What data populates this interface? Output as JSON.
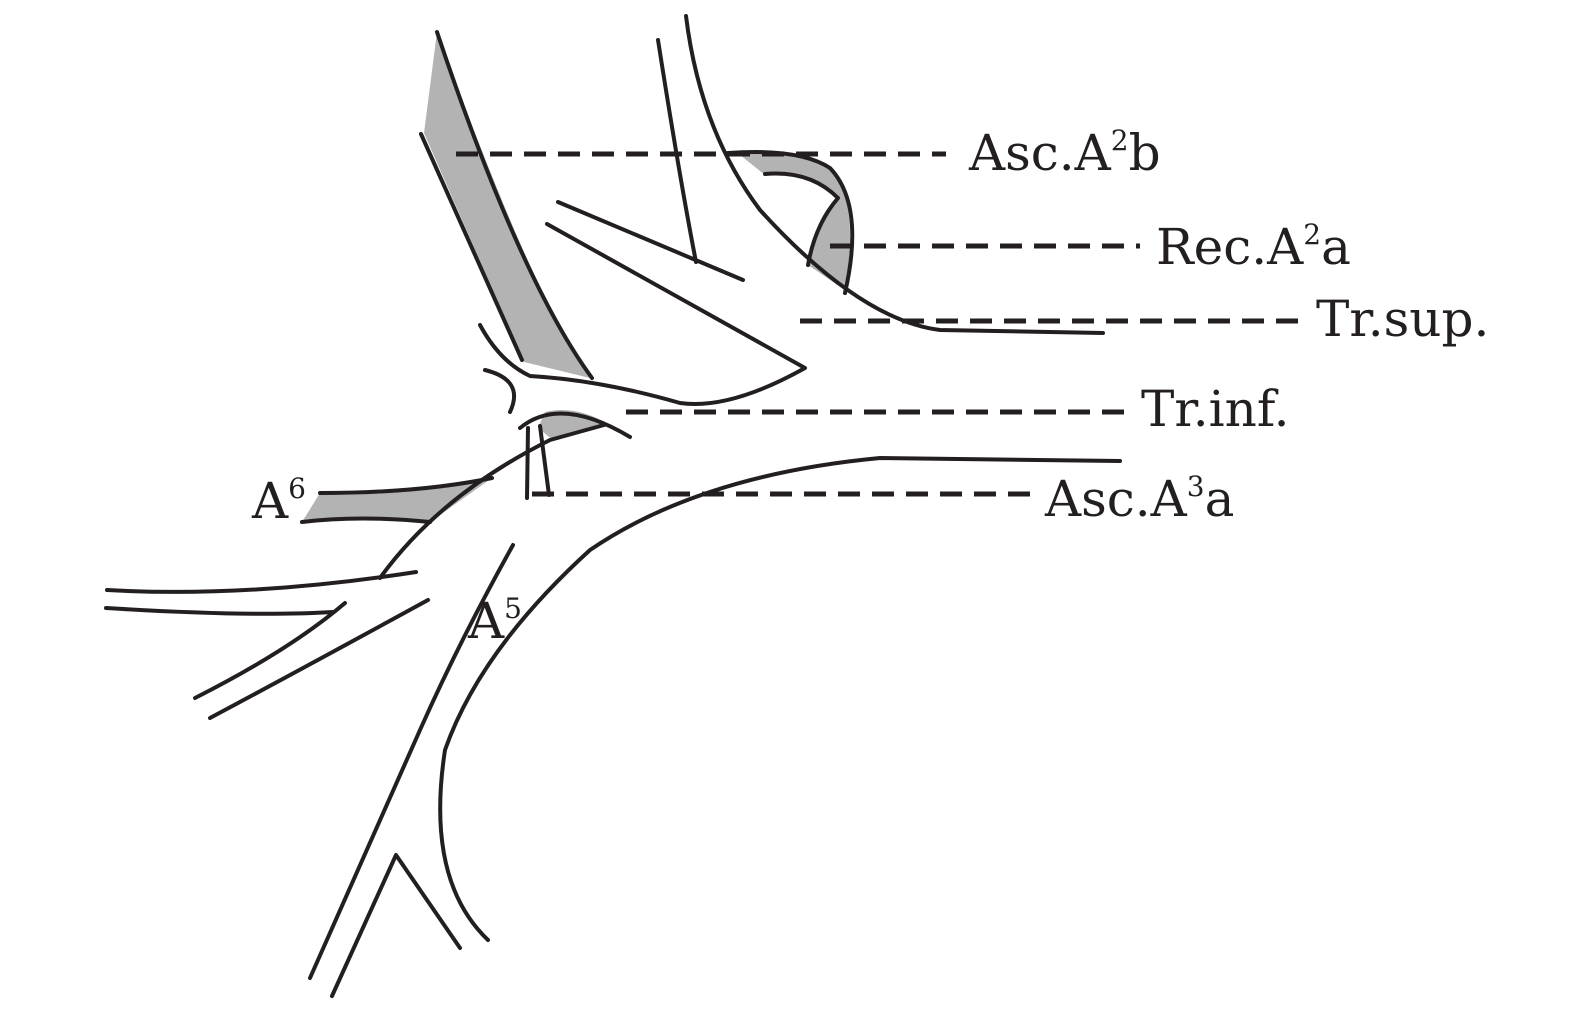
{
  "labels": {
    "asc_a2b": {
      "base": "Asc.A",
      "sup": "2",
      "tail": "b"
    },
    "rec_a2a": {
      "base": "Rec.A",
      "sup": "2",
      "tail": "a"
    },
    "tr_sup": {
      "text": "Tr.sup."
    },
    "tr_inf": {
      "text": "Tr.inf."
    },
    "asc_a3a": {
      "base": "Asc.A",
      "sup": "3",
      "tail": "a"
    },
    "a6": {
      "base": "A",
      "sup": "6"
    },
    "a5": {
      "base": "A",
      "sup": "5"
    }
  },
  "colors": {
    "stroke": "#231f20",
    "shade": "#b3b3b3",
    "background": "#ffffff"
  }
}
